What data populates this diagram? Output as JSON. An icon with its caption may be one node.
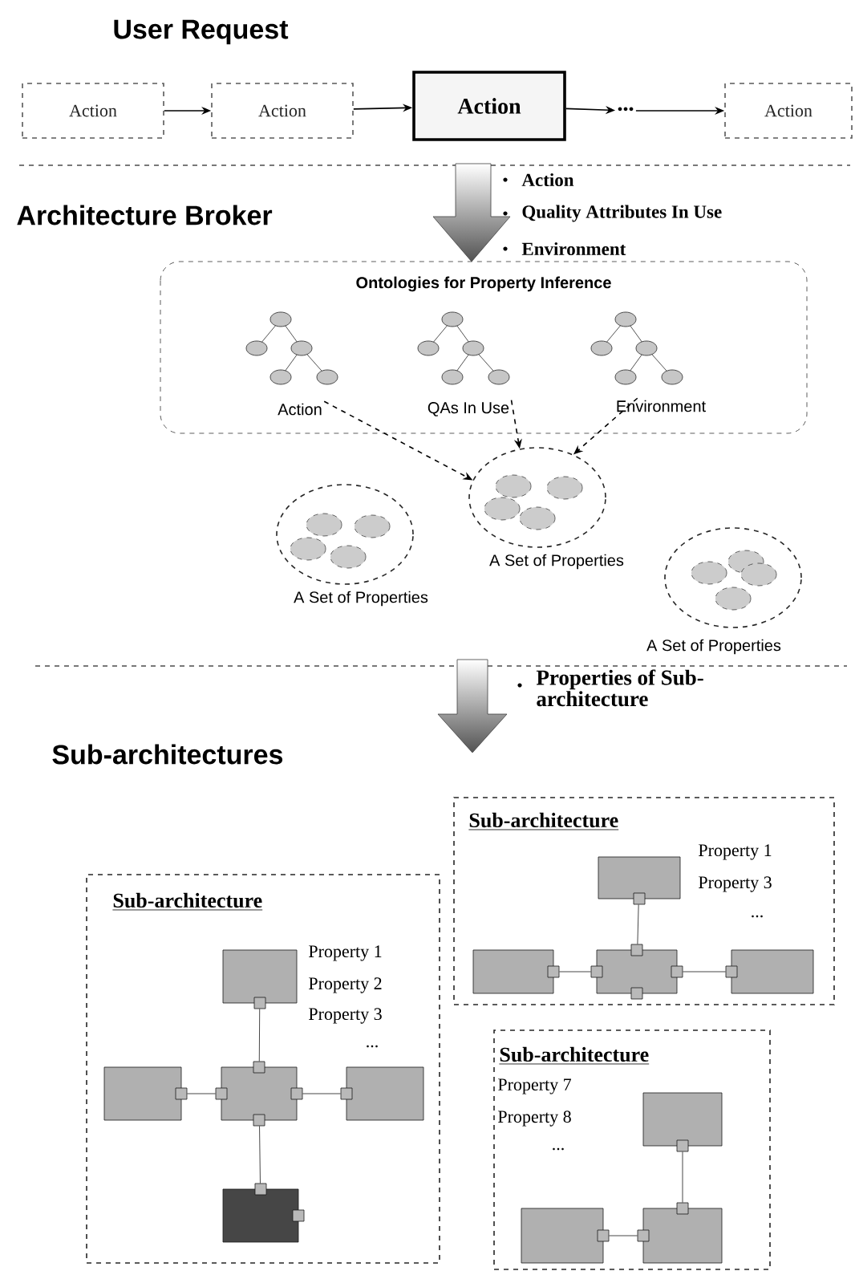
{
  "diagram": {
    "nodes": [
      {
        "text": [
          "Action"
        ]
      },
      {
        "text": [
          "Action"
        ]
      },
      {
        "text": [
          "Action"
        ]
      },
      {
        "text": [
          "•••"
        ]
      },
      {
        "text": [
          "Action"
        ]
      },
      {
        "text": [
          "Ontologies for Property Inference"
        ]
      },
      {
        "text": [
          "Action"
        ],
        "in": 5
      },
      {
        "text": [
          "QAs In Use"
        ],
        "in": 5
      },
      {
        "text": [
          "Environment"
        ],
        "in": 5
      },
      {
        "text": [
          "A Set of Properties"
        ]
      },
      {
        "text": [
          "A Set of Properties"
        ]
      },
      {
        "text": [
          "A Set of Properties"
        ]
      },
      {
        "text": [
          "Sub-architecture",
          "Property 1",
          "Property 3",
          "..."
        ]
      },
      {
        "text": [],
        "shape": "box",
        "in": 12
      },
      {
        "text": [],
        "shape": "box",
        "in": 12
      },
      {
        "text": [],
        "shape": "box",
        "in": 12
      },
      {
        "text": [],
        "shape": "box",
        "in": 12
      },
      {
        "text": [
          "Sub-architecture",
          "Property 1",
          "Property 2",
          "Property 3",
          "..."
        ]
      },
      {
        "text": [],
        "shape": "box",
        "in": 17
      },
      {
        "text": [],
        "shape": "box",
        "in": 17
      },
      {
        "text": [],
        "shape": "box",
        "in": 17
      },
      {
        "text": [],
        "shape": "box",
        "in": 17
      },
      {
        "text": [],
        "shape": "box",
        "in": 17
      },
      {
        "text": [
          "Sub-architecture",
          "Property 7",
          "Property 8",
          "..."
        ]
      },
      {
        "text": [],
        "shape": "box",
        "in": 23
      },
      {
        "text": [],
        "shape": "box",
        "in": 23
      },
      {
        "text": [],
        "shape": "box",
        "in": 23
      }
    ],
    "edges": [
      {
        "from": 0,
        "to": 1,
        "arrow": "to"
      },
      {
        "from": 1,
        "to": 2,
        "arrow": "to"
      },
      {
        "from": 2,
        "to": 3,
        "arrow": "to"
      },
      {
        "from": 3,
        "to": 4,
        "arrow": "to"
      },
      {
        "from": 6,
        "to": 9,
        "arrow": "to",
        "style": "dashed"
      },
      {
        "from": 7,
        "to": 9,
        "arrow": "to",
        "style": "dashed"
      },
      {
        "from": 8,
        "to": 9,
        "arrow": "to",
        "style": "dashed"
      },
      {
        "from": 13,
        "to": 15,
        "arrow": "none"
      },
      {
        "from": 14,
        "to": 15,
        "arrow": "none"
      },
      {
        "from": 15,
        "to": 16,
        "arrow": "none"
      },
      {
        "from": 18,
        "to": 20,
        "arrow": "none"
      },
      {
        "from": 19,
        "to": 20,
        "arrow": "none"
      },
      {
        "from": 20,
        "to": 21,
        "arrow": "none"
      },
      {
        "from": 20,
        "to": 22,
        "arrow": "none"
      },
      {
        "from": 24,
        "to": 26,
        "arrow": "none"
      },
      {
        "from": 25,
        "to": 26,
        "arrow": "none"
      }
    ],
    "labels": [
      "User Request",
      "Action",
      "Architecture Broker",
      "Quality Attributes In Use",
      "Environment",
      "Properties of Sub-architecture",
      "Sub-architectures"
    ]
  }
}
